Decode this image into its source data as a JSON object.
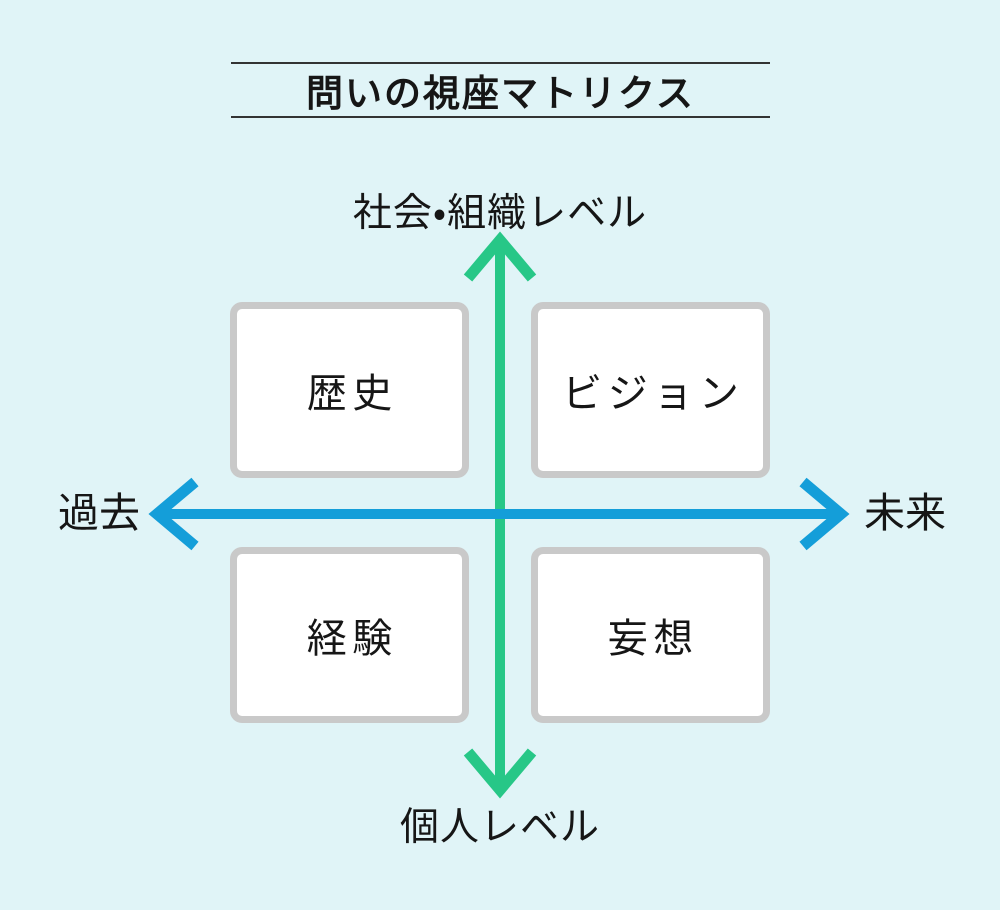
{
  "diagram": {
    "title": "問いの視座マトリクス",
    "axes": {
      "vertical": {
        "top_label": "社会・組織レベル",
        "bottom_label": "個人レベル",
        "color": "#27c787"
      },
      "horizontal": {
        "left_label": "過去",
        "right_label": "未来",
        "color": "#149ed9"
      }
    },
    "quadrants": [
      {
        "position": "top-left",
        "label": "歴史"
      },
      {
        "position": "top-right",
        "label": "ビジョン"
      },
      {
        "position": "bottom-left",
        "label": "経験"
      },
      {
        "position": "bottom-right",
        "label": "妄想"
      }
    ],
    "colors": {
      "background": "#e0f4f7",
      "box_border": "#c9c9c9",
      "box_fill": "#ffffff",
      "text": "#161616",
      "title_rule": "#333333"
    }
  }
}
